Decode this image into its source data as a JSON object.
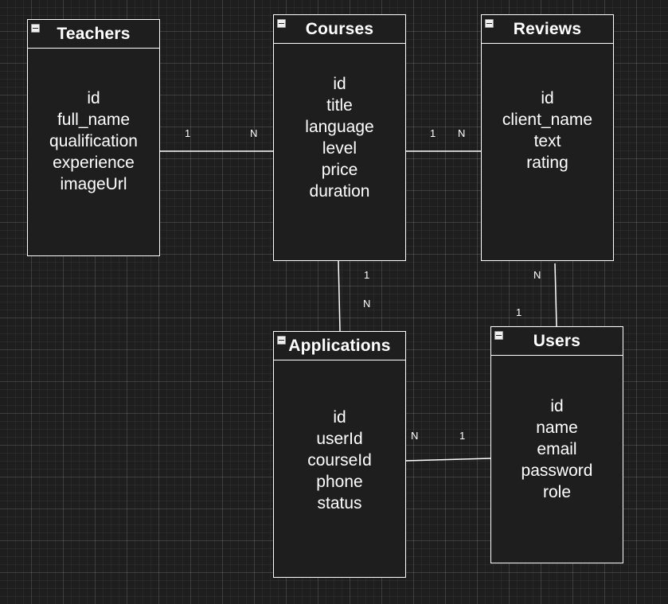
{
  "entities": {
    "teachers": {
      "title": "Teachers",
      "fields": [
        "id",
        "full_name",
        "qualification",
        "experience",
        "imageUrl"
      ]
    },
    "courses": {
      "title": "Courses",
      "fields": [
        "id",
        "title",
        "language",
        "level",
        "price",
        "duration"
      ]
    },
    "reviews": {
      "title": "Reviews",
      "fields": [
        "id",
        "client_name",
        "text",
        "rating"
      ]
    },
    "applications": {
      "title": "Applications",
      "fields": [
        "id",
        "userId",
        "courseId",
        "phone",
        "status"
      ]
    },
    "users": {
      "title": "Users",
      "fields": [
        "id",
        "name",
        "email",
        "password",
        "role"
      ]
    }
  },
  "relationships": {
    "teachers_courses": {
      "from": "teachers",
      "to": "courses",
      "from_card": "1",
      "to_card": "N"
    },
    "courses_reviews": {
      "from": "courses",
      "to": "reviews",
      "from_card": "1",
      "to_card": "N"
    },
    "courses_applications": {
      "from": "courses",
      "to": "applications",
      "from_card": "1",
      "to_card": "N"
    },
    "reviews_users": {
      "from": "reviews",
      "to": "users",
      "from_card": "N",
      "to_card": "1"
    },
    "applications_users": {
      "from": "applications",
      "to": "users",
      "from_card": "N",
      "to_card": "1"
    }
  },
  "colors": {
    "background": "#1e1e1e",
    "stroke": "#ffffff",
    "text": "#ffffff",
    "collapse_icon": "#f0f0f0"
  },
  "icons": {
    "entity_header": "collapse-icon"
  }
}
